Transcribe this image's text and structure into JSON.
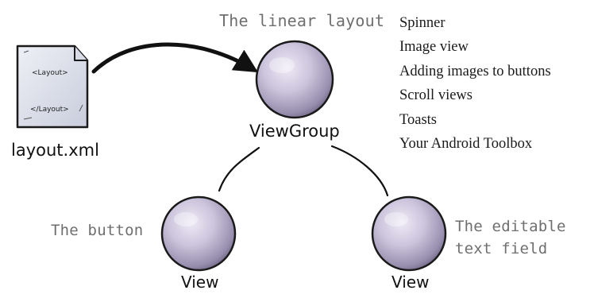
{
  "file": {
    "filename": "layout.xml",
    "open_tag": "<Layout>",
    "close_tag": "</Layout>"
  },
  "nodes": {
    "root": {
      "label": "ViewGroup",
      "annotation": "The linear layout"
    },
    "left_child": {
      "label": "View",
      "annotation": "The button"
    },
    "right_child": {
      "label": "View",
      "annotation_line1": "The editable",
      "annotation_line2": "text field"
    }
  },
  "toc": {
    "items": [
      {
        "label": "Spinner"
      },
      {
        "label": "Image view"
      },
      {
        "label": "Adding images to buttons"
      },
      {
        "label": "Scroll views"
      },
      {
        "label": "Toasts"
      },
      {
        "label": "Your Android Toolbox"
      }
    ]
  },
  "colors": {
    "sphere_light": "#efeaf6",
    "sphere_mid": "#b8b0cc",
    "sphere_dark": "#6e6585",
    "outline": "#1a1a1a"
  },
  "icons": {
    "file": "xml-file-icon",
    "arrow": "curved-arrow-icon"
  }
}
